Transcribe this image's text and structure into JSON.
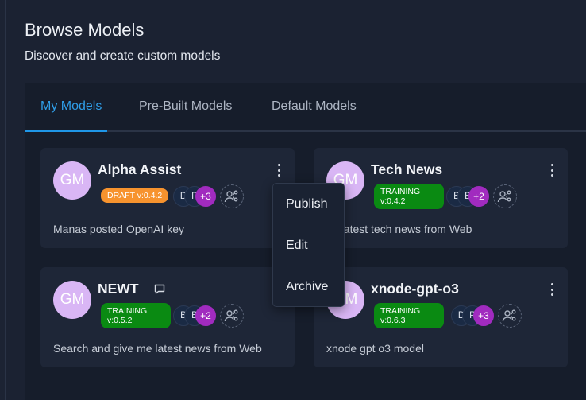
{
  "header": {
    "title": "Browse Models",
    "subtitle": "Discover and create custom models"
  },
  "tabs": [
    {
      "label": "My Models",
      "active": true
    },
    {
      "label": "Pre-Built Models",
      "active": false
    },
    {
      "label": "Default Models",
      "active": false
    }
  ],
  "cards": [
    {
      "avatar": "GM",
      "title": "Alpha Assist",
      "badge": "DRAFT v:0.4.2",
      "badge_type": "draft",
      "users": [
        "D",
        "P"
      ],
      "more": "+3",
      "description": "Manas posted OpenAI key"
    },
    {
      "avatar": "GM",
      "title": "Tech News",
      "badge_line1": "TRAINING",
      "badge_line2": "v:0.4.2",
      "badge_type": "training",
      "users": [
        "B",
        "B"
      ],
      "more": "+2",
      "description": "ch latest tech news from Web"
    },
    {
      "avatar": "GM",
      "title": "NEWT",
      "badge_line1": "TRAINING",
      "badge_line2": "v:0.5.2",
      "badge_type": "training",
      "users": [
        "B",
        "B"
      ],
      "more": "+2",
      "description": "Search and give me latest news from Web"
    },
    {
      "avatar": "GM",
      "title": "xnode-gpt-o3",
      "badge_line1": "TRAINING",
      "badge_line2": "v:0.6.3",
      "badge_type": "training",
      "users": [
        "D",
        "P"
      ],
      "more": "+3",
      "description": "xnode gpt o3 model"
    }
  ],
  "context_menu": {
    "items": [
      "Publish",
      "Edit",
      "Archive"
    ]
  },
  "colors": {
    "accent": "#1f97e8",
    "draft": "#f7932e",
    "training": "#0a8a12",
    "more_chip": "#a12bbf",
    "avatar": "#d9b6f5"
  },
  "icons": {
    "kebab": "kebab-menu-icon",
    "share": "share-users-icon",
    "chat": "chat-bubble-icon"
  }
}
